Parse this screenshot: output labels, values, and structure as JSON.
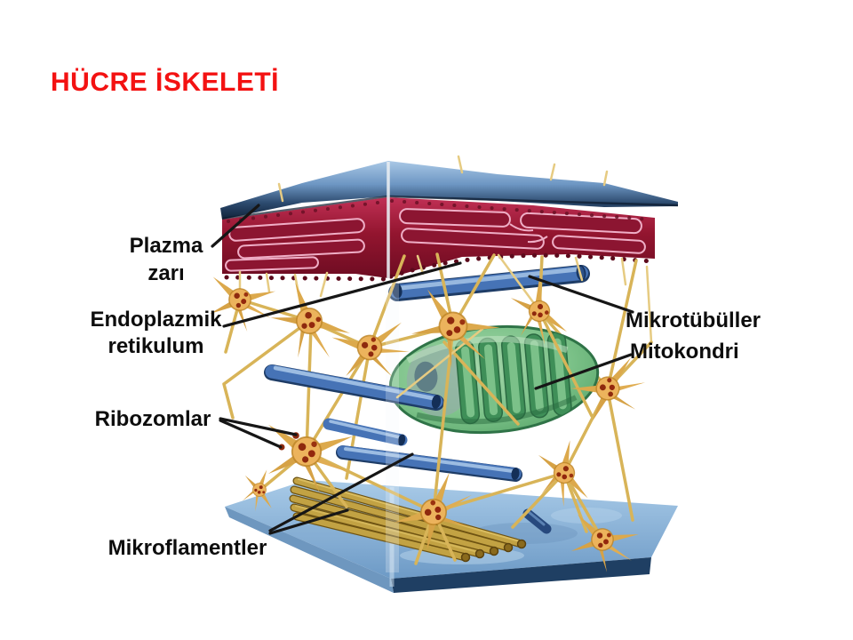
{
  "slide": {
    "title": "HÜCRE İSKELETİ",
    "background_color": "#ffffff",
    "title_color": "#f31212"
  },
  "diagram": {
    "labels": {
      "plazma_zari": "Plazma\nzarı",
      "endoplazmik_retikulum": "Endoplazmik\nretikulum",
      "ribozomlar": "Ribozomlar",
      "mikroflamentler": "Mikroflamentler",
      "mikrotubuller": "Mikrotübüller",
      "mitokondri": "Mitokondri"
    },
    "colors": {
      "label_text": "#0d0d0d",
      "callout_line": "#161616",
      "plasma_membrane_blue": "#6d96c3",
      "er_red": "#93152f",
      "er_fold_outline_pink": "#efaec6",
      "cytoskeleton_yellow": "#d8b458",
      "node_orange": "#ecb35c",
      "ribosome_dot_red": "#8e2a0e",
      "microtubule_blue": "#4673b6",
      "mitochondria_green": "#7cc289",
      "mitochondria_rib_green": "#3f8f58",
      "base_blue": "#8db7dd",
      "microfilament_tan": "#c2a243"
    }
  }
}
